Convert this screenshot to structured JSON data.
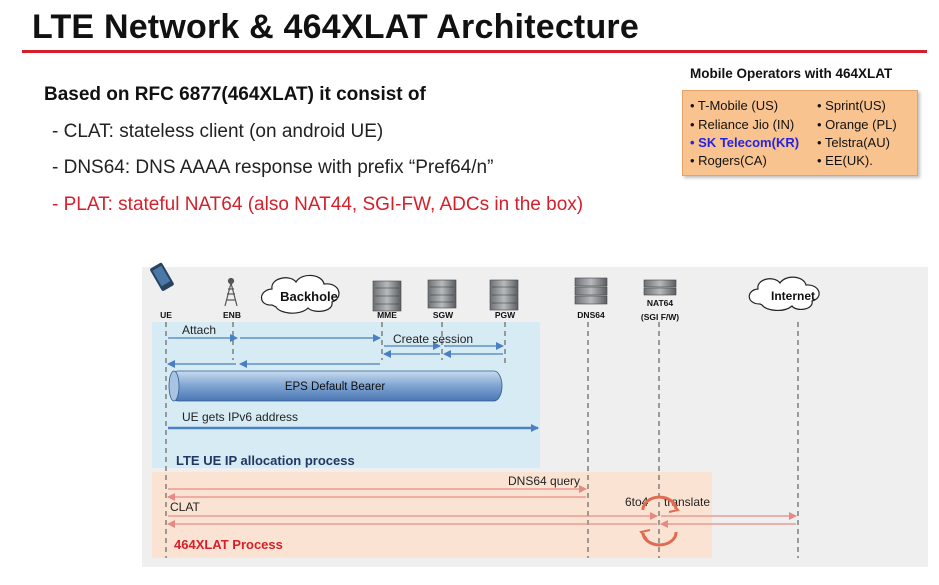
{
  "title": "LTE Network & 464XLAT Architecture",
  "lead": "Based on RFC 6877(464XLAT) it consist of",
  "bullets": [
    "- CLAT: stateless client (on android UE)",
    "- DNS64: DNS AAAA response with prefix “Pref64/n”",
    "- PLAT: stateful NAT64 (also NAT44, SGI-FW, ADCs in the box)"
  ],
  "operators": {
    "title": "Mobile Operators with 464XLAT",
    "left": [
      "• T-Mobile (US)",
      "• Reliance Jio (IN)",
      "• SK Telecom(KR)",
      "• Rogers(CA)"
    ],
    "right": [
      "• Sprint(US)",
      "• Orange (PL)",
      "• Telstra(AU)",
      "• EE(UK)."
    ],
    "highlight_color": "#2424e0"
  },
  "diagram": {
    "nodes": {
      "ue": "UE",
      "enb": "ENB",
      "backhole": "Backhole",
      "mme": "MME",
      "sgw": "SGW",
      "pgw": "PGW",
      "dns64": "DNS64",
      "nat64_line1": "NAT64",
      "nat64_line2": "(SGI F/W)",
      "internet": "Internet"
    },
    "messages": {
      "attach": "Attach",
      "create_session": "Create session",
      "bearer": "EPS Default Bearer",
      "ipv6": "UE gets IPv6 address",
      "dns_query": "DNS64 query",
      "clat": "CLAT",
      "sixto4": "6to4",
      "translate": "translate"
    },
    "sections": {
      "lte": "LTE UE IP allocation process",
      "xlat": "464XLAT Process"
    },
    "colors": {
      "arrow_blue": "#4a7fc1",
      "arrow_red": "#e58a84",
      "lte_bg": "#d7ebf4",
      "xlat_bg": "#fbe3d3",
      "lte_label": "#1f3864",
      "xlat_label": "#d5202b",
      "cycle": "#e06b50"
    }
  }
}
